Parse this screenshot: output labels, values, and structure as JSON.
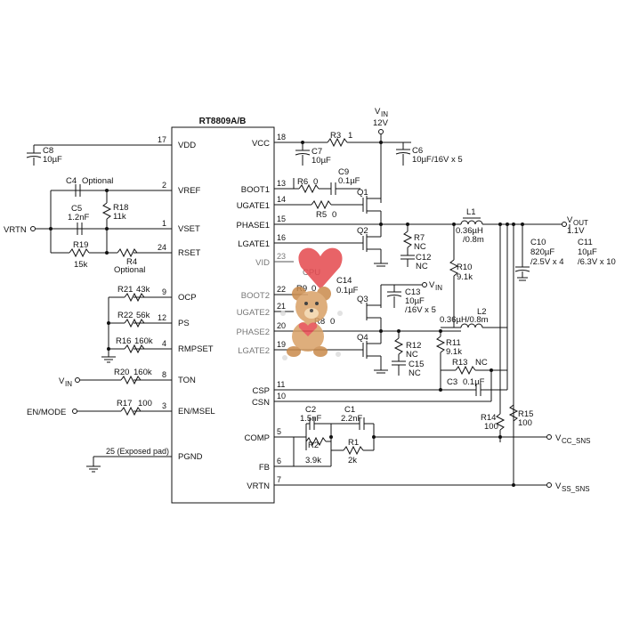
{
  "ic": {
    "name": "RT8809A/B",
    "left_pins": [
      {
        "num": "17",
        "name": "VDD"
      },
      {
        "num": "2",
        "name": "VREF"
      },
      {
        "num": "1",
        "name": "VSET"
      },
      {
        "num": "24",
        "name": "RSET"
      },
      {
        "num": "9",
        "name": "OCP"
      },
      {
        "num": "12",
        "name": "PS"
      },
      {
        "num": "4",
        "name": "RMPSET"
      },
      {
        "num": "8",
        "name": "TON"
      },
      {
        "num": "3",
        "name": "EN/MSEL"
      },
      {
        "num": "25 (Exposed pad)",
        "name": "PGND"
      }
    ],
    "right_pins": [
      {
        "num": "18",
        "name": "VCC"
      },
      {
        "num": "13",
        "name": "BOOT1"
      },
      {
        "num": "14",
        "name": "UGATE1"
      },
      {
        "num": "15",
        "name": "PHASE1"
      },
      {
        "num": "16",
        "name": "LGATE1"
      },
      {
        "num": "23",
        "name": "VID"
      },
      {
        "num": "22",
        "name": "BOOT2"
      },
      {
        "num": "21",
        "name": "UGATE2"
      },
      {
        "num": "20",
        "name": "PHASE2"
      },
      {
        "num": "19",
        "name": "LGATE2"
      },
      {
        "num": "11",
        "name": "CSP"
      },
      {
        "num": "10",
        "name": "CSN"
      },
      {
        "num": "5",
        "name": "COMP"
      },
      {
        "num": "6",
        "name": "FB"
      },
      {
        "num": "7",
        "name": "VRTN"
      }
    ]
  },
  "components": {
    "c8": [
      "C8",
      "10µF"
    ],
    "c4": [
      "C4",
      "Optional"
    ],
    "c5": [
      "C5",
      "1.2nF"
    ],
    "r18": [
      "R18",
      "11k"
    ],
    "r19": [
      "R19",
      "15k"
    ],
    "r4": [
      "R4",
      "Optional"
    ],
    "r21": [
      "R21",
      "43k"
    ],
    "r22": [
      "R22",
      "56k"
    ],
    "r16": [
      "R16",
      "160k"
    ],
    "r20": [
      "R20",
      "160k"
    ],
    "r17": [
      "R17",
      "100"
    ],
    "r3": [
      "R3",
      "1"
    ],
    "c7": [
      "C7",
      "10µF"
    ],
    "c6": [
      "C6",
      "10µF/16V x 5"
    ],
    "r6": [
      "R6",
      "0"
    ],
    "c9": [
      "C9",
      "0.1µF"
    ],
    "r5": [
      "R5",
      "0"
    ],
    "q1": "Q1",
    "q2": "Q2",
    "r7": [
      "R7",
      "NC"
    ],
    "c12": [
      "C12",
      "NC"
    ],
    "l1": [
      "L1",
      "0.36µH",
      "/0.8m"
    ],
    "r10": [
      "R10",
      "9.1k"
    ],
    "c10": [
      "C10",
      "820µF",
      "/2.5V x 4"
    ],
    "c11": [
      "C11",
      "10µF",
      "/6.3V x 10"
    ],
    "r9": [
      "R9",
      "0"
    ],
    "c14": [
      "C14",
      "0.1µF"
    ],
    "r8": [
      "R8",
      "0"
    ],
    "c13": [
      "C13",
      "10µF",
      "/16V x 5"
    ],
    "q3": "Q3",
    "q4": "Q4",
    "l2": [
      "L2",
      "0.36µH/0.8m"
    ],
    "r12": [
      "R12",
      "NC"
    ],
    "c15": [
      "C15",
      "NC"
    ],
    "r11": [
      "R11",
      "9.1k"
    ],
    "r13": [
      "R13",
      "NC"
    ],
    "c3": [
      "C3",
      "0.1µF"
    ],
    "c2": [
      "C2",
      "1.5nF"
    ],
    "c1": [
      "C1",
      "2.2nF"
    ],
    "r2": [
      "R2",
      "3.9k"
    ],
    "r1": [
      "R1",
      "2k"
    ],
    "r14": [
      "R14",
      "100"
    ],
    "r15": [
      "R15",
      "100"
    ]
  },
  "nets": {
    "vrtn": "VRTN",
    "vin_sub": "IN",
    "vin_main": "V",
    "vin_volt": "12V",
    "vout_main": "V",
    "vout_sub": "OUT",
    "vout_volt": "1.1V",
    "enmode": "EN/MODE",
    "vcc_sns_main": "V",
    "vcc_sns_sub": "CC_SNS",
    "vss_sns_main": "V",
    "vss_sns_sub": "SS_SNS",
    "cpu_label": "CPU"
  },
  "colors": {
    "wire": "#111111",
    "heart": "#e5484d",
    "bear": "#d9a066"
  },
  "icons": [
    "ground-symbol",
    "teddy-bear-watermark"
  ]
}
